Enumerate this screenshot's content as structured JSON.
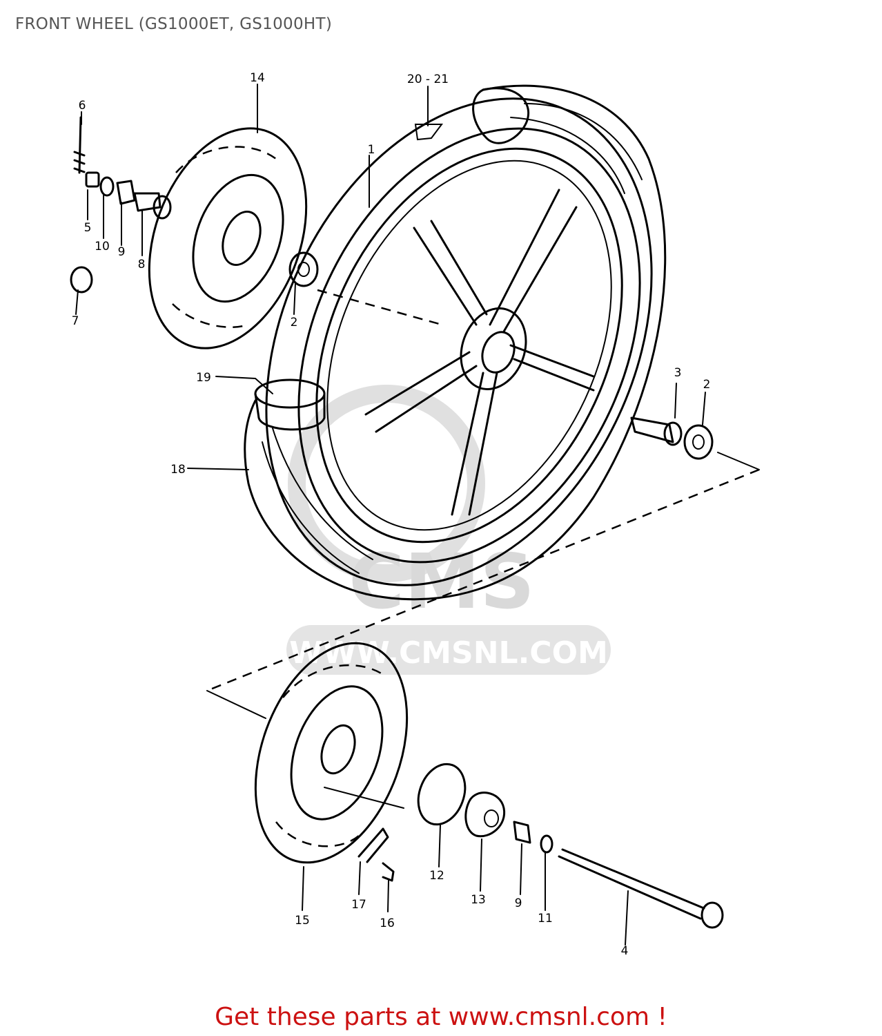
{
  "title": "FRONT WHEEL (GS1000ET, GS1000HT)",
  "watermark": {
    "brand": "CMS",
    "site": "WWW.CMSNL.COM",
    "color": "#d9d9d9"
  },
  "callouts": {
    "p1": "1",
    "p2a": "2",
    "p2b": "2",
    "p3": "3",
    "p4": "4",
    "p5": "5",
    "p6": "6",
    "p7": "7",
    "p8": "8",
    "p9a": "9",
    "p9b": "9",
    "p10": "10",
    "p11": "11",
    "p12": "12",
    "p13": "13",
    "p14": "14",
    "p15": "15",
    "p16": "16",
    "p17": "17",
    "p18": "18",
    "p19": "19",
    "p20_21": "20 - 21"
  },
  "footer": {
    "text": "Get these parts at www.cmsnl.com !",
    "color": "#cc1111"
  }
}
